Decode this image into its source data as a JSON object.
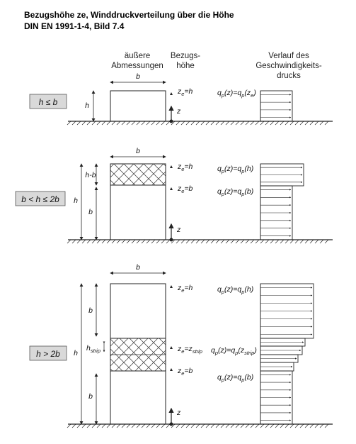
{
  "title": {
    "line1": "Bezugshöhe ze, Winddruckverteilung über die Höhe",
    "line2": "DIN EN 1991-1-4, Bild 7.4"
  },
  "headers": {
    "col1": [
      "äußere",
      "Abmessungen"
    ],
    "col2": [
      "Bezugs-",
      "höhe"
    ],
    "col3": [
      "Verlauf des",
      "Geschwindigkeits-",
      "drucks"
    ]
  },
  "cases": [
    {
      "label": "h ≤  b",
      "dims": {
        "width": "b",
        "height": "h"
      },
      "ref_heights": [
        {
          "z": "z",
          "sub": "e",
          "eq": "=h"
        }
      ],
      "formulas": [
        {
          "lhs": "q",
          "lhs_sub": "p",
          "mid": "(z)=q",
          "mid_sub": "p",
          "arg": "(z",
          "arg_sub": "e",
          "end": ")"
        }
      ],
      "axis": "z"
    },
    {
      "label": "b < h ≤ 2b",
      "dims": {
        "width": "b",
        "upper": "h-b",
        "lower": "b",
        "height": "h"
      },
      "ref_heights": [
        {
          "z": "z",
          "sub": "e",
          "eq": "=h"
        },
        {
          "z": "z",
          "sub": "e",
          "eq": "=b"
        }
      ],
      "formulas": [
        {
          "lhs": "q",
          "lhs_sub": "p",
          "mid": "(z)=q",
          "mid_sub": "p",
          "arg": "(h)",
          "arg_sub": "",
          "end": ""
        },
        {
          "lhs": "q",
          "lhs_sub": "p",
          "mid": "(z)=q",
          "mid_sub": "p",
          "arg": "(b)",
          "arg_sub": "",
          "end": ""
        }
      ],
      "axis": "z"
    },
    {
      "label": "h >  2b",
      "dims": {
        "width": "b",
        "upper": "b",
        "strip": "h",
        "strip_sub": "strip",
        "lower": "b",
        "height": "h"
      },
      "ref_heights": [
        {
          "z": "z",
          "sub": "e",
          "eq": "=h"
        },
        {
          "z": "z",
          "sub": "e",
          "eq": "=z",
          "eq_sub": "strip"
        },
        {
          "z": "z",
          "sub": "e",
          "eq": "=b"
        }
      ],
      "formulas": [
        {
          "lhs": "q",
          "lhs_sub": "p",
          "mid": "(z)=q",
          "mid_sub": "p",
          "arg": "(h)",
          "arg_sub": "",
          "end": ""
        },
        {
          "lhs": "q",
          "lhs_sub": "p",
          "mid": "(z)=q",
          "mid_sub": "p",
          "arg": "(z",
          "arg_sub": "strip",
          "end": ")"
        },
        {
          "lhs": "q",
          "lhs_sub": "p",
          "mid": "(z)=q",
          "mid_sub": "p",
          "arg": "(b)",
          "arg_sub": "",
          "end": ""
        }
      ],
      "axis": "z"
    }
  ],
  "colors": {
    "case_box_fill": "#d9d9d9",
    "stroke": "#222222"
  }
}
